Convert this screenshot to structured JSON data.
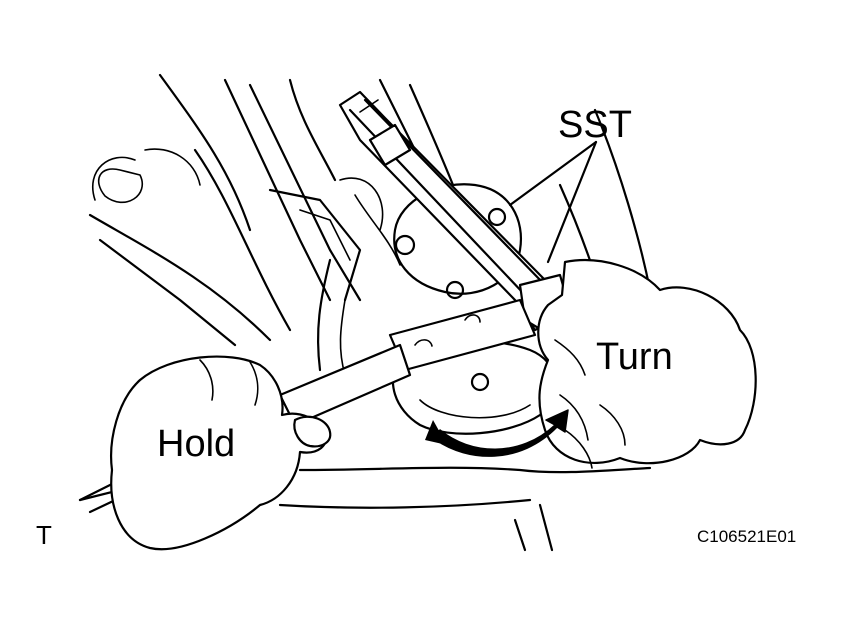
{
  "labels": {
    "sst": "SST",
    "turn": "Turn",
    "hold": "Hold",
    "view_marker": "T",
    "figure_code": "C106521E01"
  },
  "colors": {
    "line": "#000000",
    "background": "#ffffff",
    "arrow": "#000000"
  }
}
